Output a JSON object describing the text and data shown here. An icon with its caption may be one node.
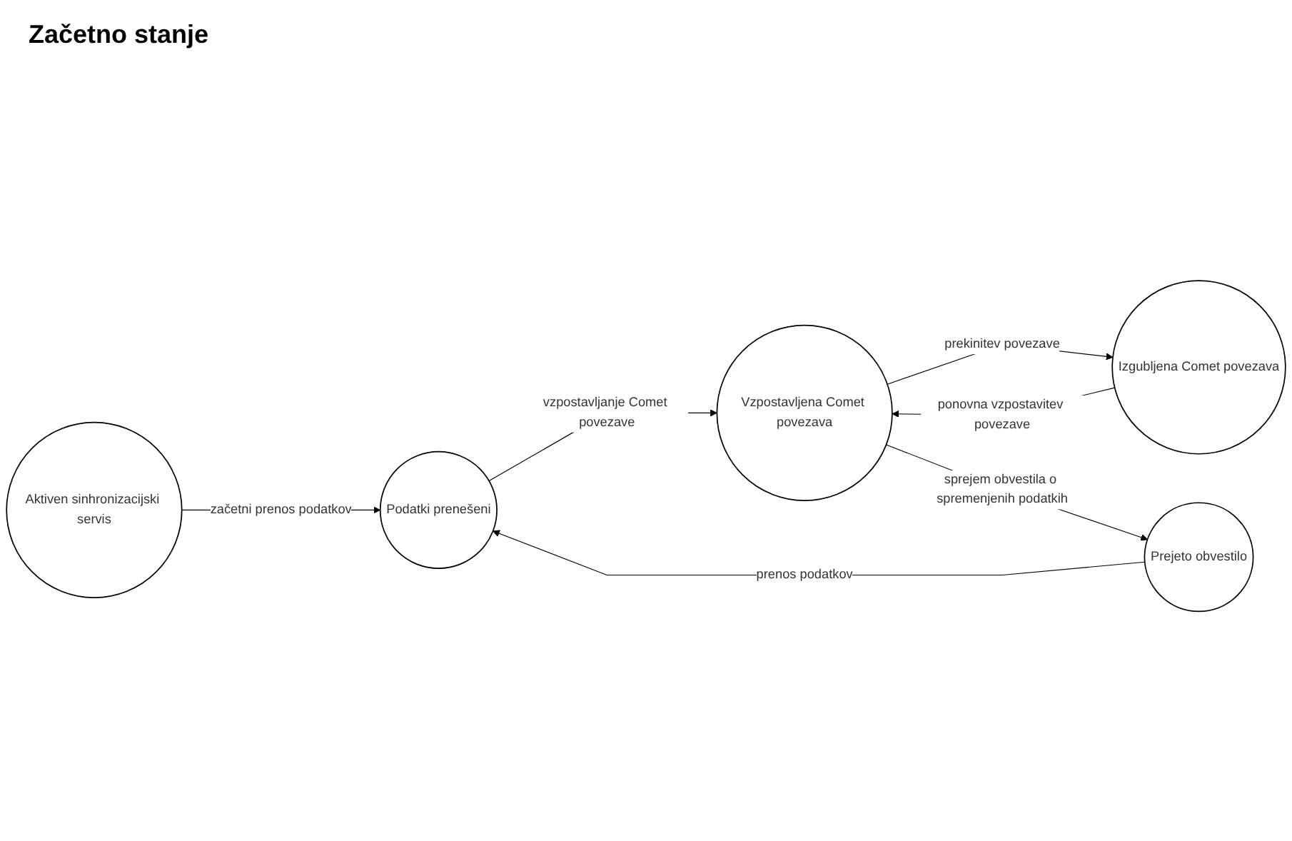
{
  "diagram": {
    "nodes": [
      {
        "text": [
          "Aktiven sinhronizacijski servis"
        ]
      },
      {
        "text": [
          "Vzpostavljena Comet povezava"
        ]
      },
      {
        "text": [
          "Izgubljena Comet povezava"
        ]
      },
      {
        "text": [
          "Prejeto obvestilo"
        ]
      },
      {
        "text": [
          "Podatki prenešeni"
        ]
      }
    ],
    "edges": [
      {
        "from": 1,
        "to": 2,
        "arrow": "to",
        "label": "prekinitev povezave"
      },
      {
        "from": 2,
        "to": 1,
        "arrow": "to",
        "label": "ponovna vzpostavitev povezave"
      },
      {
        "from": 1,
        "to": 3,
        "arrow": "to",
        "label": "sprejem obvestila o spremenjenih podatkih"
      },
      {
        "from": 0,
        "to": 4,
        "arrow": "to",
        "label": "začetni prenos podatkov"
      },
      {
        "from": 4,
        "to": 1,
        "arrow": "to",
        "label": "vzpostavljanje Comet povezave"
      },
      {
        "from": 3,
        "to": 4,
        "arrow": "to",
        "label": "prenos podatkov"
      }
    ],
    "labels": [
      "Začetno stanje"
    ]
  }
}
